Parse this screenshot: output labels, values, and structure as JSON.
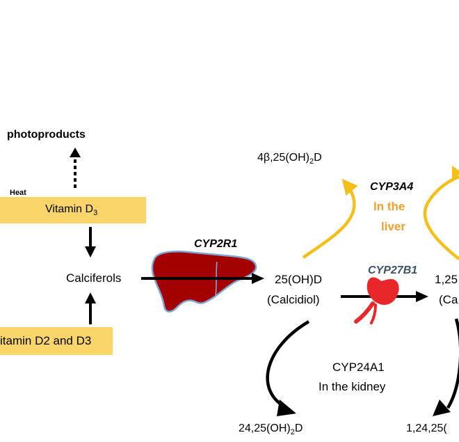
{
  "labels": {
    "photoproducts": "photoproducts",
    "heat": "Heat",
    "vitamin_d3": "Vitamin D",
    "vitamin_d3_sub": "3",
    "calciferols": "Calciferols",
    "vitamin_d2_d3": "itamin D2 and D3",
    "cyp2r1": "CYP2R1",
    "metabolite_25ohd": "25(OH)D",
    "calcidiol": "(Calcidiol)",
    "metabolite_4b": "4β,25(OH)",
    "metabolite_4b_sub": "2",
    "metabolite_4b_tail": "D",
    "cyp3a4": "CYP3A4",
    "in_the_liver_1": "In the",
    "in_the_liver_2": "liver",
    "cyp27b1": "CYP27B1",
    "metabolite_125_partial": "1,25",
    "calcitriol_partial": "(Ca",
    "cyp24a1": "CYP24A1",
    "in_the_kidney": "In the kidney",
    "metabolite_2425": "24,25(OH)",
    "metabolite_2425_sub": "2",
    "metabolite_2425_tail": "D",
    "metabolite_12425_partial": "1,24,25("
  },
  "colors": {
    "box_fill": "#fad66a",
    "liver_fill": "#a30000",
    "liver_outline": "#7fa7d6",
    "kidney_fill": "#e8272b",
    "yellow_arrow": "#f5bf1b",
    "orange_text": "#f0a030",
    "cyp27b1_text": "#3d5266",
    "arrow_black": "#000000"
  }
}
